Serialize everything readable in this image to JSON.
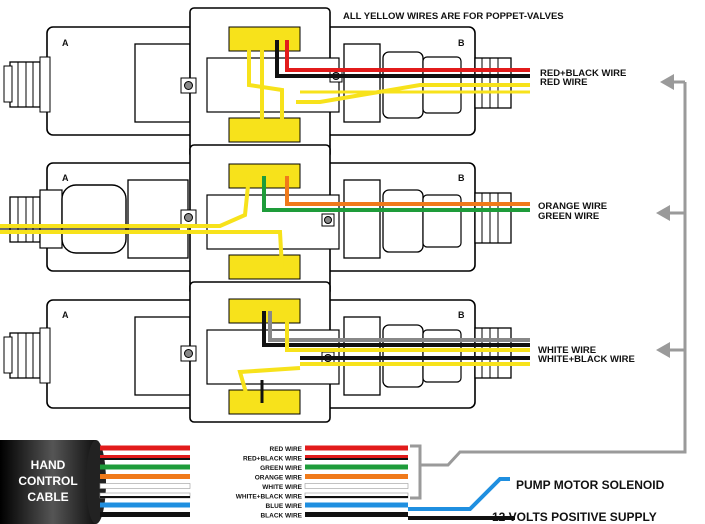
{
  "header_note": "ALL YELLOW WIRES ARE FOR POPPET-VALVES",
  "valves": [
    {
      "end_a": "A",
      "end_b": "B",
      "wire_labels": [
        "RED+BLACK WIRE",
        "RED WIRE"
      ]
    },
    {
      "end_a": "A",
      "end_b": "B",
      "wire_labels": [
        "ORANGE WIRE",
        "GREEN WIRE"
      ]
    },
    {
      "end_a": "A",
      "end_b": "B",
      "wire_labels": [
        "WHITE WIRE",
        "WHITE+BLACK WIRE"
      ]
    }
  ],
  "cable": {
    "title_lines": [
      "HAND",
      "CONTROL",
      "CABLE"
    ],
    "wires": [
      {
        "label": "RED WIRE",
        "color": "#e21b1b"
      },
      {
        "label": "RED+BLACK WIRE",
        "color": "#e21b1b",
        "stripe": "#111111"
      },
      {
        "label": "GREEN WIRE",
        "color": "#1e9c3a"
      },
      {
        "label": "ORANGE WIRE",
        "color": "#f07a1a"
      },
      {
        "label": "WHITE WIRE",
        "color": "#ffffff"
      },
      {
        "label": "WHITE+BLACK WIRE",
        "color": "#ffffff",
        "stripe": "#111111"
      },
      {
        "label": "BLUE WIRE",
        "color": "#1f8fe0"
      },
      {
        "label": "BLACK WIRE",
        "color": "#111111"
      }
    ]
  },
  "outputs": {
    "pump": "PUMP MOTOR SOLENOID",
    "supply": "12 VOLTS POSITIVE SUPPLY"
  },
  "colors": {
    "yellow": "#f7e21b",
    "red": "#e21b1b",
    "green": "#1e9c3a",
    "orange": "#f07a1a",
    "blue": "#1f8fe0",
    "arrow": "#9a9a9a"
  }
}
